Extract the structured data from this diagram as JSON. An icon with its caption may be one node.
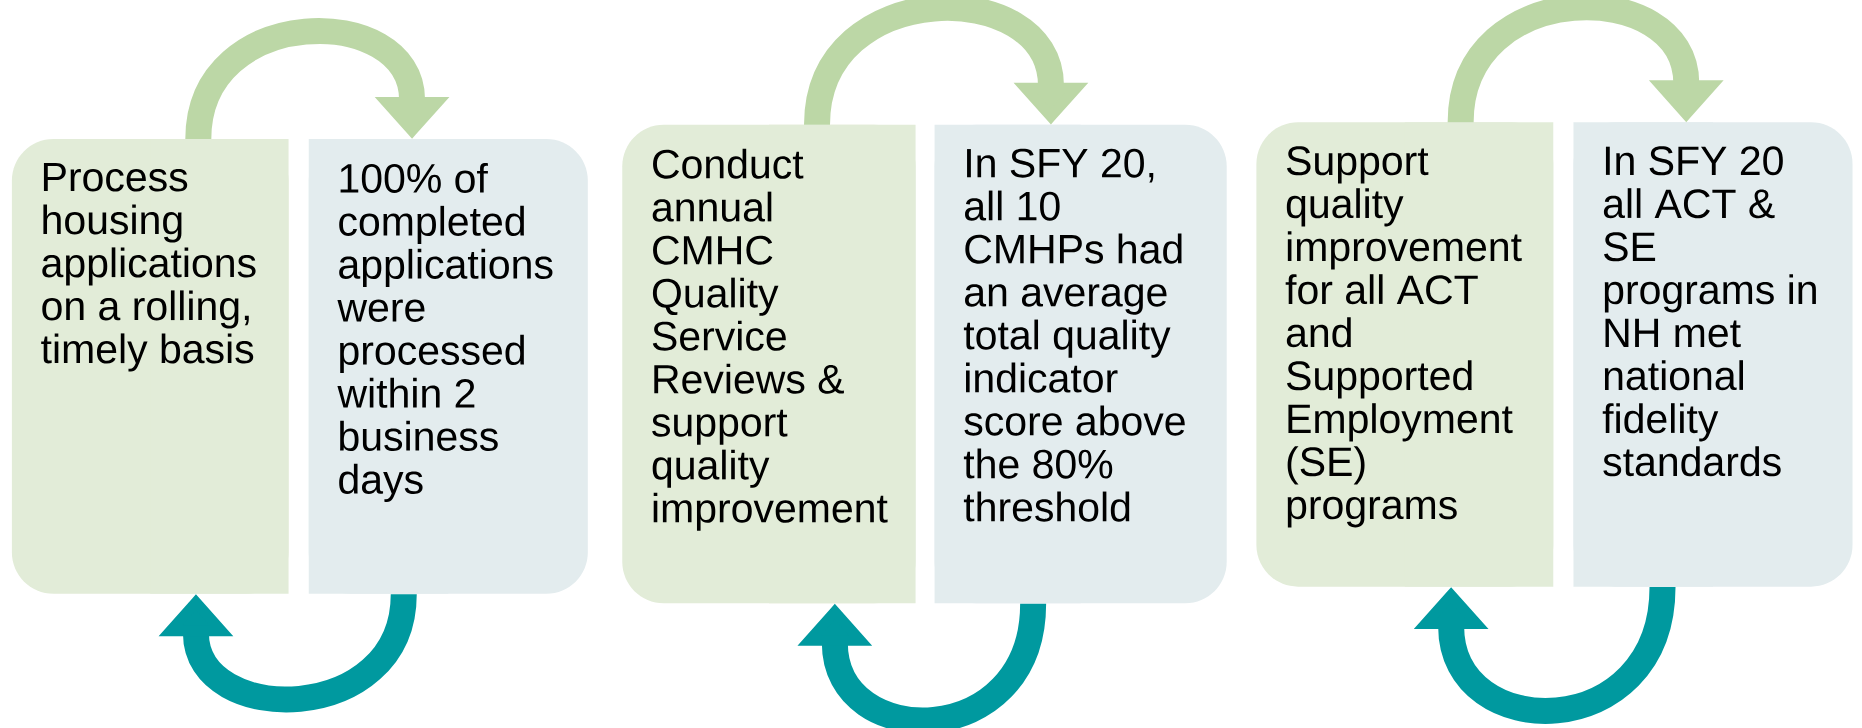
{
  "diagram": {
    "nodes": [
      {
        "text": [
          "Process housing applications on a rolling, timely basis"
        ]
      },
      {
        "text": [
          "100% of completed applications were processed within 2 business days"
        ]
      },
      {
        "text": [
          "Conduct annual CMHC Quality Service Reviews & support quality improvement"
        ]
      },
      {
        "text": [
          "In SFY 20, all 10 CMHPs had an average total quality indicator score above the 80% threshold"
        ]
      },
      {
        "text": [
          "Support quality improvement for all ACT and Supported Employment (SE) programs"
        ]
      },
      {
        "text": [
          "In SFY 20 all ACT & SE programs in NH met national fidelity standards"
        ]
      }
    ],
    "edges": [
      {
        "from": 0,
        "to": 1,
        "arrow": "to",
        "color": "#bcd7a6"
      },
      {
        "from": 1,
        "to": 0,
        "arrow": "to",
        "color": "#00999f"
      },
      {
        "from": 2,
        "to": 3,
        "arrow": "to",
        "color": "#bcd7a6"
      },
      {
        "from": 3,
        "to": 2,
        "arrow": "to",
        "color": "#00999f"
      },
      {
        "from": 4,
        "to": 5,
        "arrow": "to",
        "color": "#bcd7a6"
      },
      {
        "from": 5,
        "to": 4,
        "arrow": "to",
        "color": "#00999f"
      }
    ]
  }
}
